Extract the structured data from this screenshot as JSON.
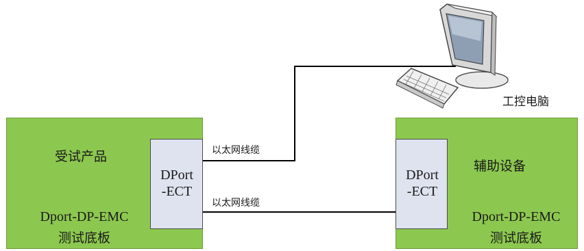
{
  "left_board": {
    "title": "受试产品",
    "name": "Dport-DP-EMC",
    "subtitle": "测试底板",
    "module_label": "DPort\n-ECT"
  },
  "right_board": {
    "title": "辅助设备",
    "name": "Dport-DP-EMC",
    "subtitle": "测试底板",
    "module_label": "DPort\n-ECT"
  },
  "pc": {
    "label": "工控电脑",
    "icon": "desktop-computer-icon"
  },
  "cables": {
    "top_label": "以太网线缆",
    "bottom_label": "以太网线缆"
  },
  "colors": {
    "board": "#8cc84f",
    "module": "#dfe3ef",
    "wire": "#000000"
  }
}
